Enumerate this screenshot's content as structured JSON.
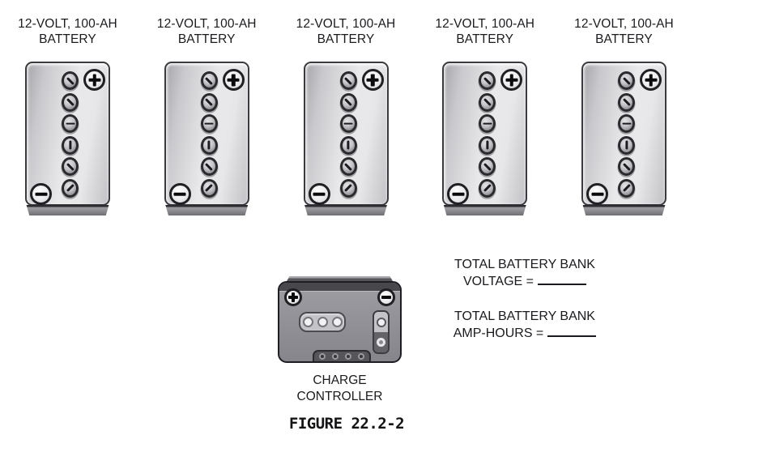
{
  "batteries": {
    "items": [
      {
        "line1": "12-VOLT, 100-AH",
        "line2": "BATTERY"
      },
      {
        "line1": "12-VOLT, 100-AH",
        "line2": "BATTERY"
      },
      {
        "line1": "12-VOLT, 100-AH",
        "line2": "BATTERY"
      },
      {
        "line1": "12-VOLT, 100-AH",
        "line2": "BATTERY"
      },
      {
        "line1": "12-VOLT, 100-AH",
        "line2": "BATTERY"
      }
    ],
    "cap_slot_angles_deg": [
      45,
      45,
      0,
      90,
      45,
      135
    ],
    "positive_terminal_symbol": "+",
    "negative_terminal_symbol": "−"
  },
  "controller": {
    "label_line1": "CHARGE",
    "label_line2": "CONTROLLER",
    "indicator_light_count": 3,
    "port_count": 4
  },
  "worksheet": {
    "voltage": {
      "line1": "TOTAL BATTERY BANK",
      "line2_prefix": "VOLTAGE =",
      "value": ""
    },
    "amp_hours": {
      "line1": "TOTAL BATTERY BANK",
      "line2_prefix": "AMP-HOURS =",
      "value": ""
    }
  },
  "figure": {
    "caption": "FIGURE 22.2-2"
  },
  "colors": {
    "text": "#1b1b1f",
    "battery_outline": "#3a3a3f",
    "battery_fill_light": "#e9e9eb",
    "controller_body": "#929298",
    "background": "#ffffff"
  }
}
